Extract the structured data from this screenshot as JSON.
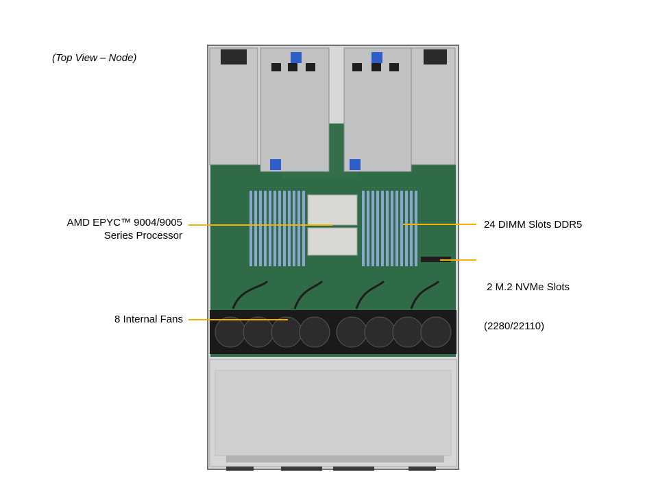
{
  "caption": "(Top View – Node)",
  "callouts": {
    "processor": {
      "line1": "AMD EPYC™ 9004/9005",
      "line2": "Series Processor"
    },
    "dimm": {
      "line1": "24 DIMM Slots DDR5"
    },
    "m2": {
      "line1": " 2 M.2 NVMe Slots",
      "line2": "(2280/22110)"
    },
    "fans": {
      "line1": "8 Internal Fans"
    }
  },
  "colors": {
    "leader": "#f2b400",
    "board": "#2f6b46",
    "chassis": "#c9cbcd",
    "dimm_accent": "#6b8fc0"
  },
  "icons": [
    "server-board-image"
  ]
}
